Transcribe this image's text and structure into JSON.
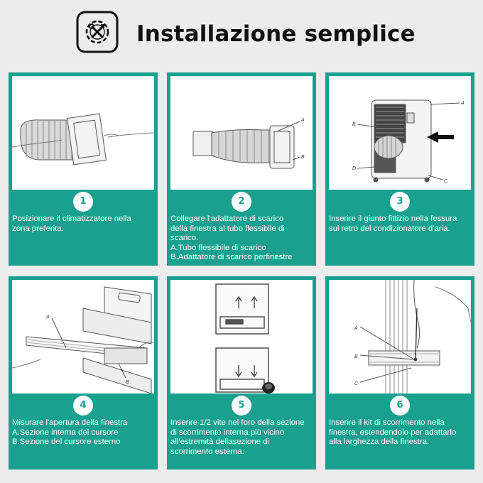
{
  "header": {
    "title": "Installazione semplice",
    "icon": "tools-in-gear-icon"
  },
  "colors": {
    "teal": "#1aa08f",
    "background": "#ececec",
    "title": "#111111"
  },
  "steps": [
    {
      "number": "1",
      "text": [
        "Posizionare il climatizzatore nella",
        "zona preferita."
      ]
    },
    {
      "number": "2",
      "text": [
        "Collegare l'adattatore di scarico",
        "della finestra al tubo flessibile di",
        "scarico.",
        "A.Tubo flessibile di scarico",
        "B.Adattatore di scarico perfinestre"
      ],
      "labels": [
        "A",
        "B"
      ]
    },
    {
      "number": "3",
      "text": [
        "Inserire il giunto fittizio nella fessura",
        "sul retro del condizionatore d'aria."
      ],
      "labels": [
        "A",
        "B",
        "C",
        "D"
      ]
    },
    {
      "number": "4",
      "text": [
        "Misurare l'apertura della finestra",
        "A.Sezione interna del cursore",
        "B.Sezione del cursore esterno"
      ],
      "labels": [
        "A",
        "B"
      ]
    },
    {
      "number": "5",
      "text": [
        "Inserire 1/2 vite nel foro della sezione",
        "di scorrimento interna più vicino",
        "all'estremità dellasezione di",
        "scorrimento esterna."
      ]
    },
    {
      "number": "6",
      "text": [
        "Inserire il kit di scorrimento nella",
        "finestra, estendendolo per adattarlo",
        "alla larghezza della finestra."
      ],
      "labels": [
        "A",
        "B",
        "C"
      ]
    }
  ]
}
